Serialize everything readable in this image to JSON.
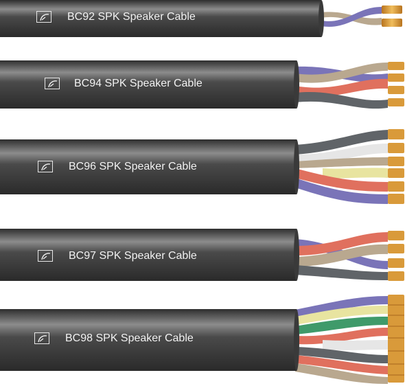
{
  "colors": {
    "jacket": "#414141",
    "jacket_highlight": "#8a8a8a",
    "copper": "#d99a3a",
    "purple": "#7a74b8",
    "tan": "#b9a88f",
    "red": "#e0705e",
    "grey": "#606468",
    "white": "#e6e6e6",
    "yellow": "#e8e4a0",
    "green": "#3f9a6a"
  },
  "cables": [
    {
      "model": "BC92",
      "label": "BC92 SPK Speaker Cable",
      "logo_icon": "speaker-logo-icon",
      "conductors": [
        "purple",
        "tan"
      ]
    },
    {
      "model": "BC94",
      "label": "BC94 SPK Speaker Cable",
      "logo_icon": "speaker-logo-icon",
      "conductors": [
        "purple",
        "tan",
        "red",
        "grey"
      ]
    },
    {
      "model": "BC96",
      "label": "BC96 SPK Speaker Cable",
      "logo_icon": "speaker-logo-icon",
      "conductors": [
        "grey",
        "white",
        "yellow",
        "red",
        "purple",
        "tan"
      ]
    },
    {
      "model": "BC97",
      "label": "BC97 SPK Speaker Cable",
      "logo_icon": "speaker-logo-icon",
      "conductors": [
        "purple",
        "red",
        "tan",
        "grey"
      ]
    },
    {
      "model": "BC98",
      "label": "BC98 SPK Speaker Cable",
      "logo_icon": "speaker-logo-icon",
      "conductors": [
        "purple",
        "yellow",
        "green",
        "red",
        "white",
        "grey",
        "red",
        "tan"
      ]
    }
  ]
}
